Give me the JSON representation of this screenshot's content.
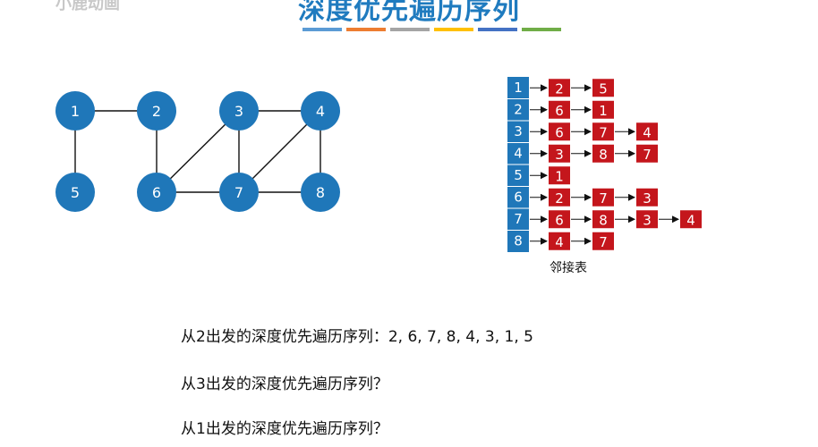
{
  "page": {
    "title": "深度优先遍历序列",
    "logo_text": "小鹿动画",
    "title_bar_colors": [
      "#5b9bd5",
      "#ed7d31",
      "#a5a5a5",
      "#ffc000",
      "#4472c4",
      "#70ad47"
    ]
  },
  "graph": {
    "nodes": [
      "1",
      "2",
      "3",
      "4",
      "5",
      "6",
      "7",
      "8"
    ],
    "edges": [
      [
        "1",
        "2"
      ],
      [
        "1",
        "5"
      ],
      [
        "2",
        "6"
      ],
      [
        "3",
        "4"
      ],
      [
        "3",
        "6"
      ],
      [
        "3",
        "7"
      ],
      [
        "4",
        "7"
      ],
      [
        "4",
        "8"
      ],
      [
        "6",
        "7"
      ],
      [
        "7",
        "8"
      ]
    ],
    "node_color": "#1f77b9"
  },
  "adjacency": {
    "caption": "邻接表",
    "heads": [
      "1",
      "2",
      "3",
      "4",
      "5",
      "6",
      "7",
      "8"
    ],
    "lists": [
      [
        "2",
        "5"
      ],
      [
        "6",
        "1"
      ],
      [
        "6",
        "7",
        "4"
      ],
      [
        "3",
        "8",
        "7"
      ],
      [
        "1"
      ],
      [
        "2",
        "7",
        "3"
      ],
      [
        "6",
        "8",
        "3",
        "4"
      ],
      [
        "4",
        "7"
      ]
    ],
    "head_color": "#1f77b9",
    "cell_color": "#c4161c"
  },
  "questions": {
    "q1": "从2出发的深度优先遍历序列：2, 6, 7, 8, 4, 3, 1, 5",
    "q2": "从3出发的深度优先遍历序列？",
    "q3": "从1出发的深度优先遍历序列？"
  }
}
